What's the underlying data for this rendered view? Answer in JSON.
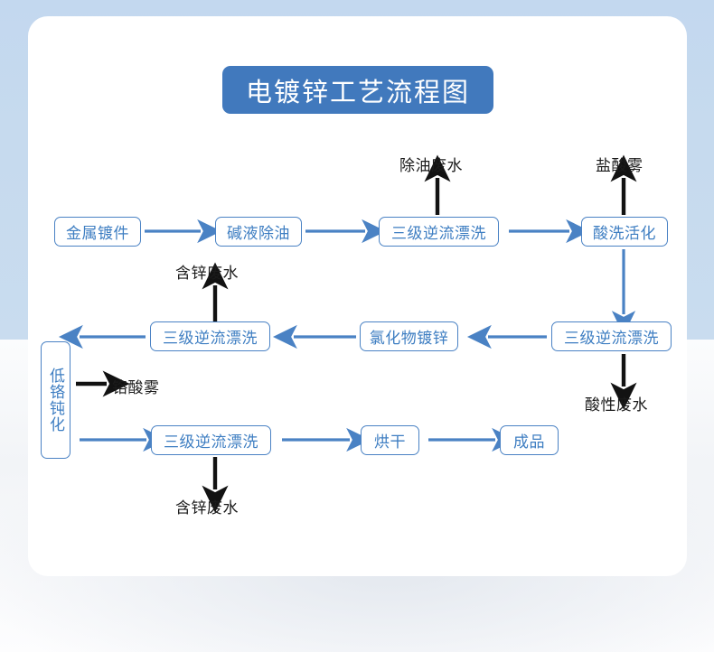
{
  "title": "电镀锌工艺流程图",
  "theme": {
    "accent": "#4179bd",
    "node_border": "#4a82c4",
    "node_text": "#3e7ec2",
    "arrow_blue": "#4a82c4",
    "arrow_black": "#121212",
    "card_bg": "#ffffff",
    "bg_top": "#c6daee",
    "bg_bottom": "#f3f5f8"
  },
  "rows": {
    "row1": {
      "nodes": [
        {
          "id": "metal-part",
          "label": "金属镀件"
        },
        {
          "id": "alkali-degrease",
          "label": "碱液除油"
        },
        {
          "id": "rinse-1",
          "label": "三级逆流漂洗"
        },
        {
          "id": "acid-activate",
          "label": "酸洗活化"
        }
      ],
      "emissions": [
        {
          "id": "degrease-wastewater",
          "label": "除油废水"
        },
        {
          "id": "hydrochloric-acid-mist",
          "label": "盐酸雾"
        }
      ]
    },
    "row2": {
      "nodes": [
        {
          "id": "low-chrome-passivate",
          "label": "低铬钝化"
        },
        {
          "id": "rinse-3",
          "label": "三级逆流漂洗"
        },
        {
          "id": "chloride-zinc-plating",
          "label": "氯化物镀锌"
        },
        {
          "id": "rinse-2",
          "label": "三级逆流漂洗"
        }
      ],
      "emissions": [
        {
          "id": "zinc-wastewater-upper",
          "label": "含锌废水"
        },
        {
          "id": "acidic-wastewater",
          "label": "酸性废水"
        },
        {
          "id": "chromic-acid-mist",
          "label": "铬酸雾"
        }
      ]
    },
    "row3": {
      "nodes": [
        {
          "id": "rinse-4",
          "label": "三级逆流漂洗"
        },
        {
          "id": "drying",
          "label": "烘干"
        },
        {
          "id": "finished-product",
          "label": "成品"
        }
      ],
      "emissions": [
        {
          "id": "zinc-wastewater-lower",
          "label": "含锌废水"
        }
      ]
    }
  },
  "icons": {
    "arrow_right": "arrow-right-icon",
    "arrow_left": "arrow-left-icon",
    "arrow_up": "arrow-up-icon",
    "arrow_down": "arrow-down-icon"
  }
}
